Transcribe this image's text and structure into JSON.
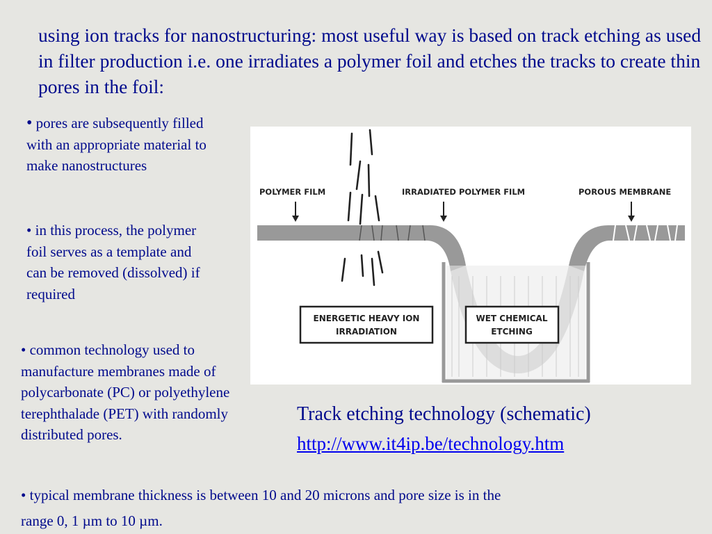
{
  "intro_text": "using ion tracks for nanostructuring: most useful way is based on track etching as used in filter production i.e. one irradiates a polymer foil and etches the tracks to create thin pores in the foil:",
  "bullets": [
    {
      "marker": "•",
      "text": " pores are subsequently filled with an appropriate material to make nanostructures"
    },
    {
      "marker": "•",
      "text": " in this process, the polymer foil serves as a template and can be removed (dissolved) if required"
    },
    {
      "marker": "•",
      "text": " common technology used to manufacture membranes made of polycarbonate (PC) or polyethylene terephthalade (PET) with randomly distributed pores."
    },
    {
      "marker": "•",
      "text": " typical membrane thickness is between 10 and 20 microns and pore size is in the range 0, 1 µm to 10 µm."
    }
  ],
  "figure": {
    "labels": {
      "polymer_film": "POLYMER FILM",
      "irradiated_film": "IRRADIATED POLYMER FILM",
      "porous_membrane": "POROUS MEMBRANE",
      "irradiation_line1": "ENERGETIC HEAVY ION",
      "irradiation_line2": "IRRADIATION",
      "etching_line1": "WET CHEMICAL",
      "etching_line2": "ETCHING"
    }
  },
  "caption": "Track etching technology (schematic)",
  "link_text": "http://www.it4ip.be/technology.htm",
  "colors": {
    "text": "#000a8c",
    "link": "#0000ee",
    "background": "#e6e6e2"
  }
}
